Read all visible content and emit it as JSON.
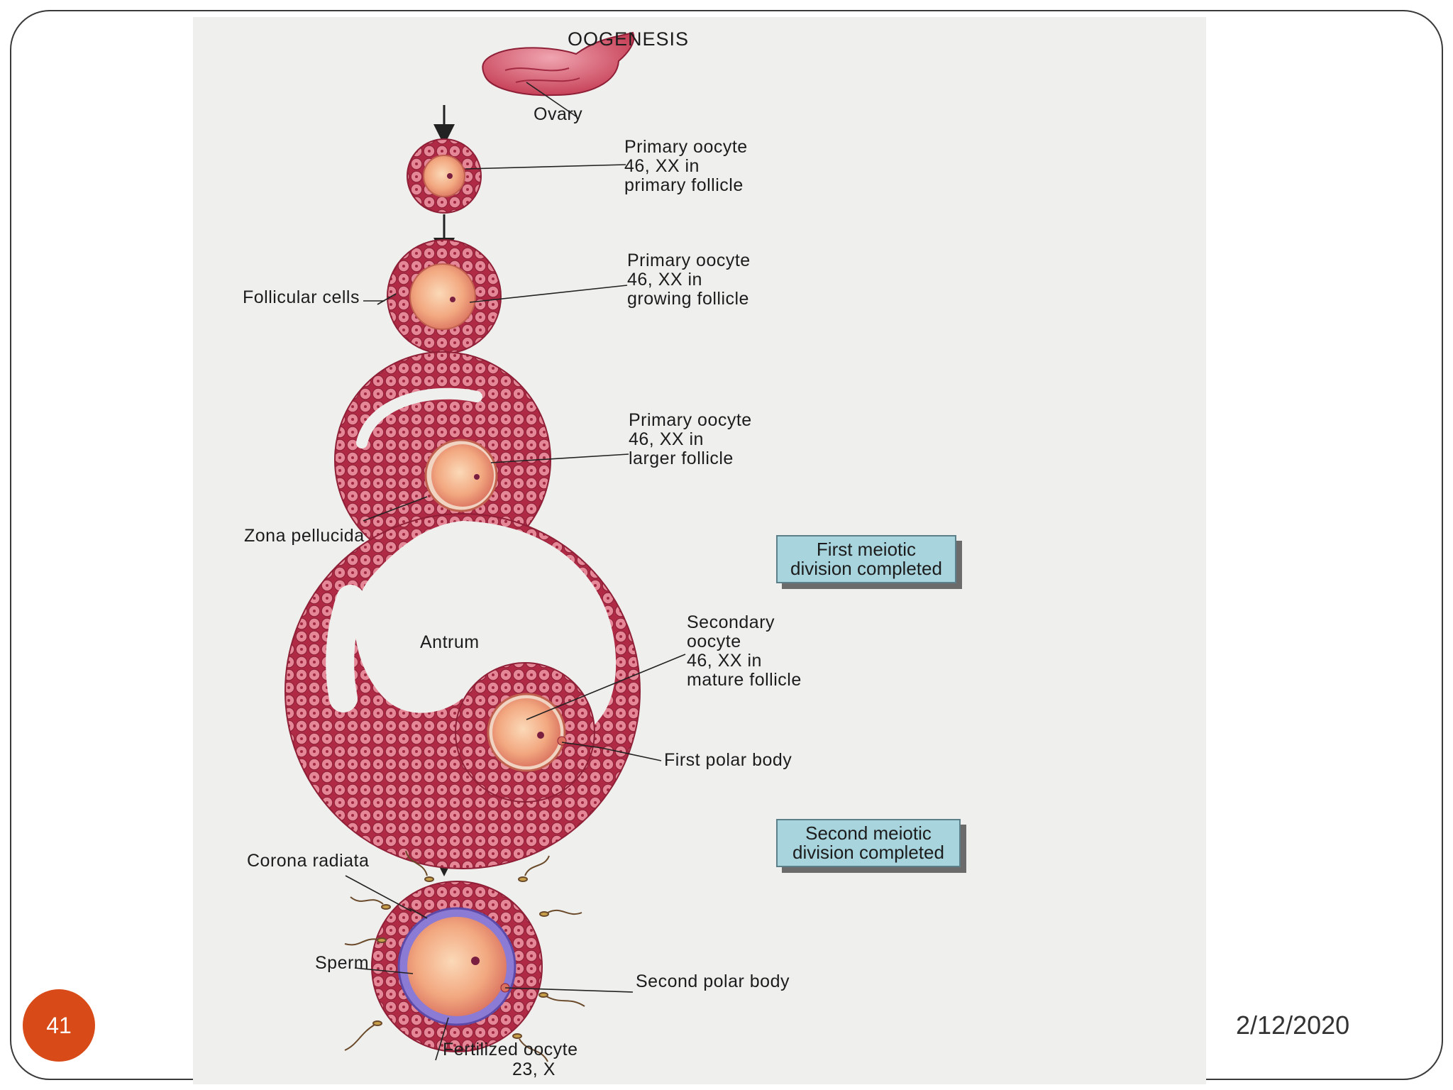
{
  "slide": {
    "page_number": "41",
    "date": "2/12/2020"
  },
  "figure": {
    "title": "OOGENESIS",
    "labels": {
      "ovary": "Ovary",
      "primary_oocyte_1": "Primary oocyte\n46, XX in\nprimary follicle",
      "follicular_cells": "Follicular cells",
      "primary_oocyte_2": "Primary oocyte\n46, XX in\ngrowing follicle",
      "primary_oocyte_3": "Primary oocyte\n46, XX in\nlarger follicle",
      "zona_pellucida": "Zona pellucida",
      "antrum": "Antrum",
      "secondary_oocyte": "Secondary\noocyte\n46, XX in\nmature follicle",
      "first_polar_body": "First polar body",
      "corona_radiata": "Corona radiata",
      "sperm": "Sperm",
      "second_polar_body": "Second polar body",
      "fertilized_oocyte": "Fertilized oocyte",
      "fertilized_chromosomes": "23, X"
    },
    "boxes": {
      "first_meiotic": "First meiotic\ndivision completed",
      "second_meiotic": "Second meiotic\ndivision completed"
    },
    "colors": {
      "cell": "#c8374f",
      "cell_light": "#e07a8b",
      "oocyte": "#f3b38a",
      "box_fill": "#a8d4de",
      "page_badge": "#d84a17"
    }
  }
}
